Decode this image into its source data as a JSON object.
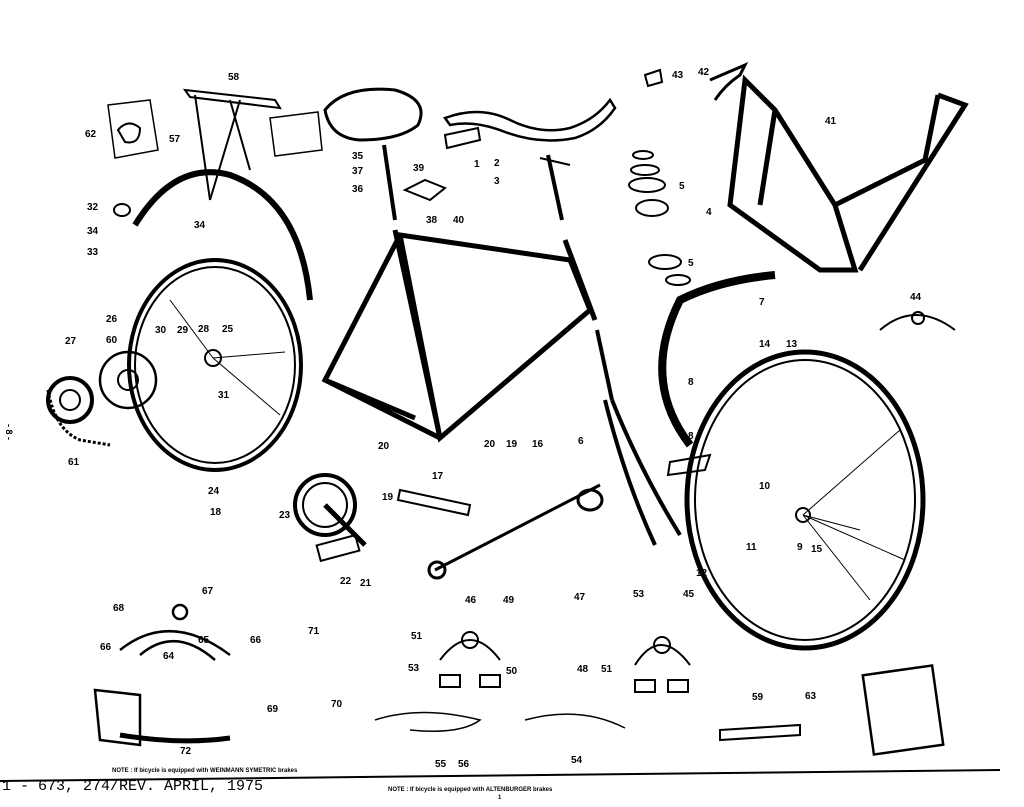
{
  "footer": {
    "doc_ref": "1 - 673, 274/REV. APRIL, 1975",
    "note_left": "NOTE : If bicycle is equipped with WEINMANN SYMETRIC brakes",
    "note_right": "NOTE : If bicycle is equipped with ALTENBURGER brakes",
    "page_num": "1",
    "side_mark": "- 8 -"
  },
  "callouts": [
    "1",
    "2",
    "3",
    "4",
    "5",
    "5",
    "6",
    "7",
    "8",
    "8",
    "9",
    "10",
    "11",
    "12",
    "13",
    "14",
    "15",
    "16",
    "17",
    "18",
    "19",
    "19",
    "20",
    "20",
    "21",
    "22",
    "23",
    "24",
    "25",
    "26",
    "27",
    "28",
    "29",
    "30",
    "31",
    "32",
    "33",
    "34",
    "34",
    "35",
    "36",
    "37",
    "38",
    "39",
    "40",
    "41",
    "42",
    "43",
    "44",
    "45",
    "46",
    "47",
    "48",
    "49",
    "50",
    "51",
    "51",
    "53",
    "53",
    "54",
    "55",
    "56",
    "57",
    "58",
    "59",
    "60",
    "61",
    "62",
    "63",
    "64",
    "65",
    "66",
    "66",
    "67",
    "68",
    "69",
    "70",
    "71",
    "72"
  ]
}
